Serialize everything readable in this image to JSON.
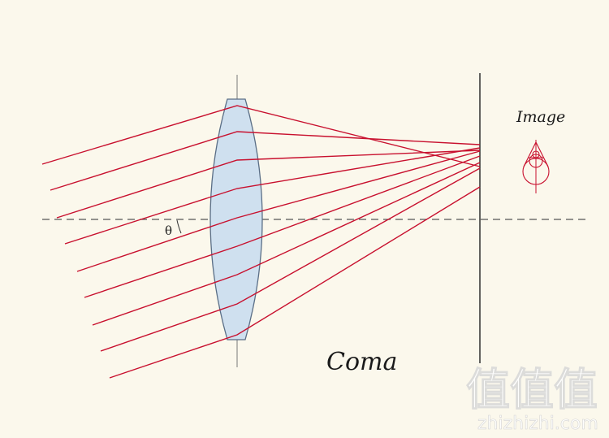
{
  "diagram": {
    "title": "Coma",
    "image_label": "Image",
    "angle_symbol": "θ",
    "colors": {
      "background": "#fbf8ec",
      "ray": "#c8102e",
      "lens_fill": "#cfe0ef",
      "lens_stroke": "#5a6e86",
      "axis": "#555555",
      "screen": "#222222"
    }
  },
  "watermark": {
    "chars": "值值值",
    "url": "zhizhizhi.com"
  }
}
